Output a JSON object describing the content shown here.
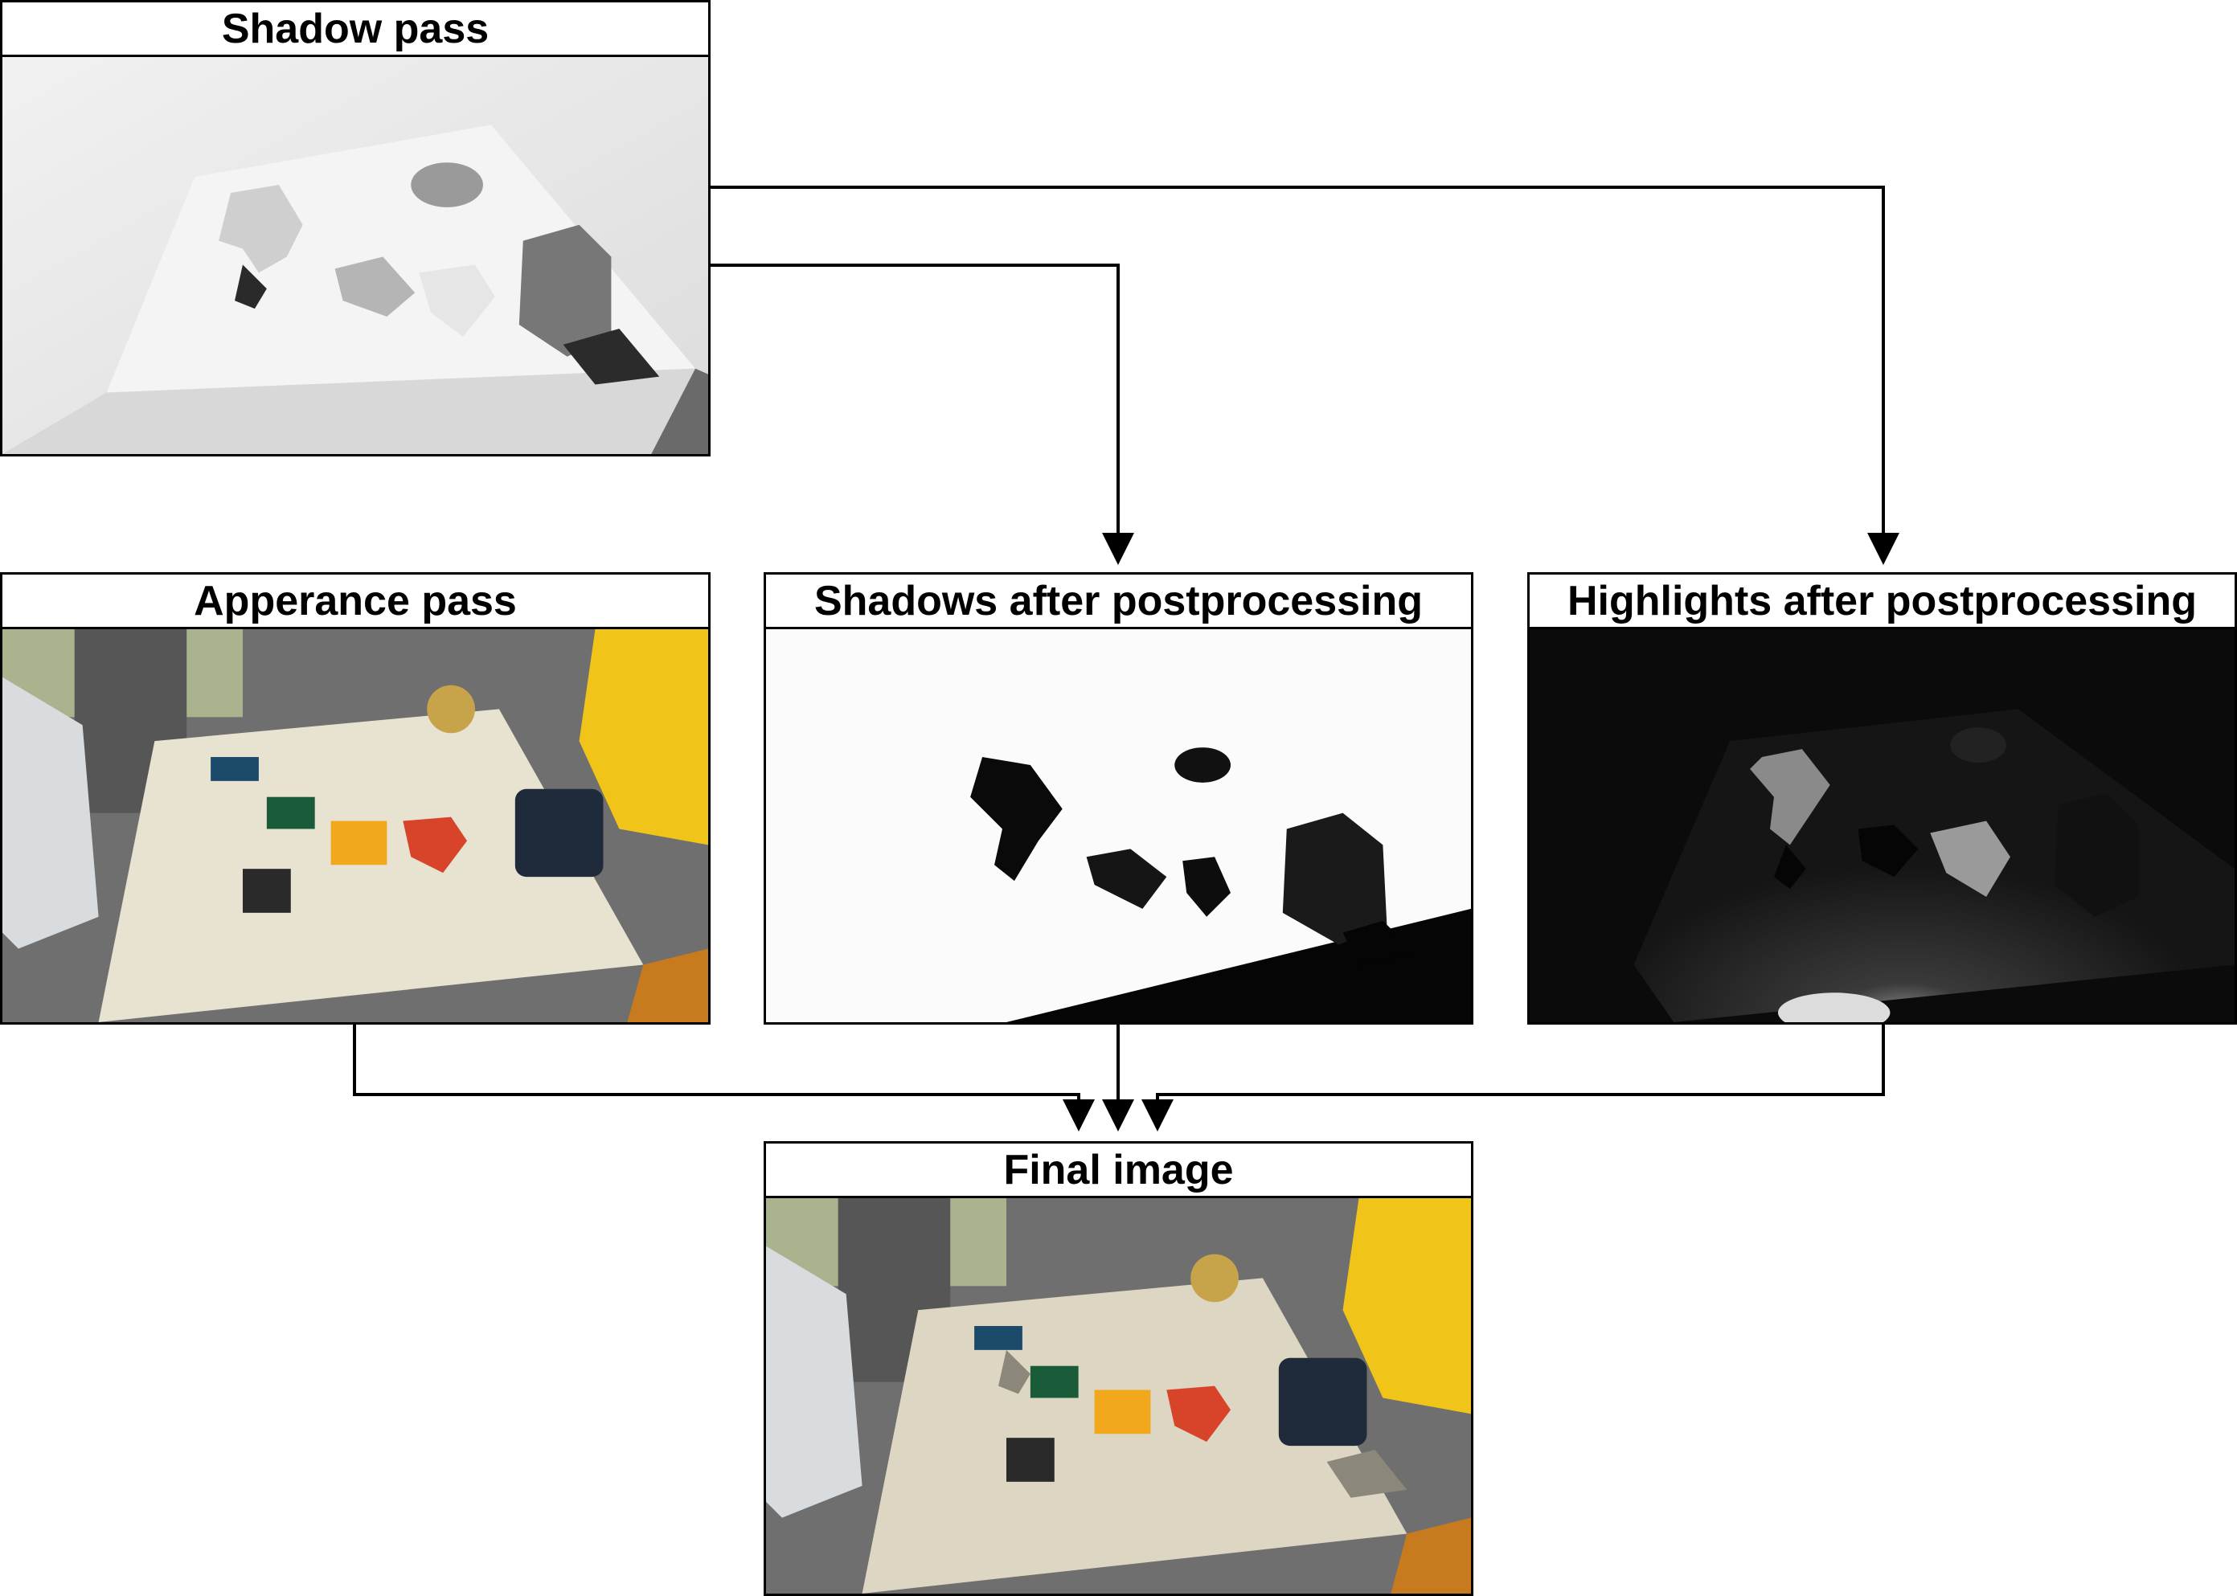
{
  "panels": {
    "shadow_pass": {
      "title": "Shadow pass"
    },
    "appearance_pass": {
      "title": "Apperance pass"
    },
    "shadows_post": {
      "title": "Shadows after postprocessing"
    },
    "highlights_post": {
      "title": "Highlights after postprocessing"
    },
    "final_image": {
      "title": "Final image"
    }
  },
  "colors": {
    "line": "#000000",
    "panel_border": "#000000"
  }
}
